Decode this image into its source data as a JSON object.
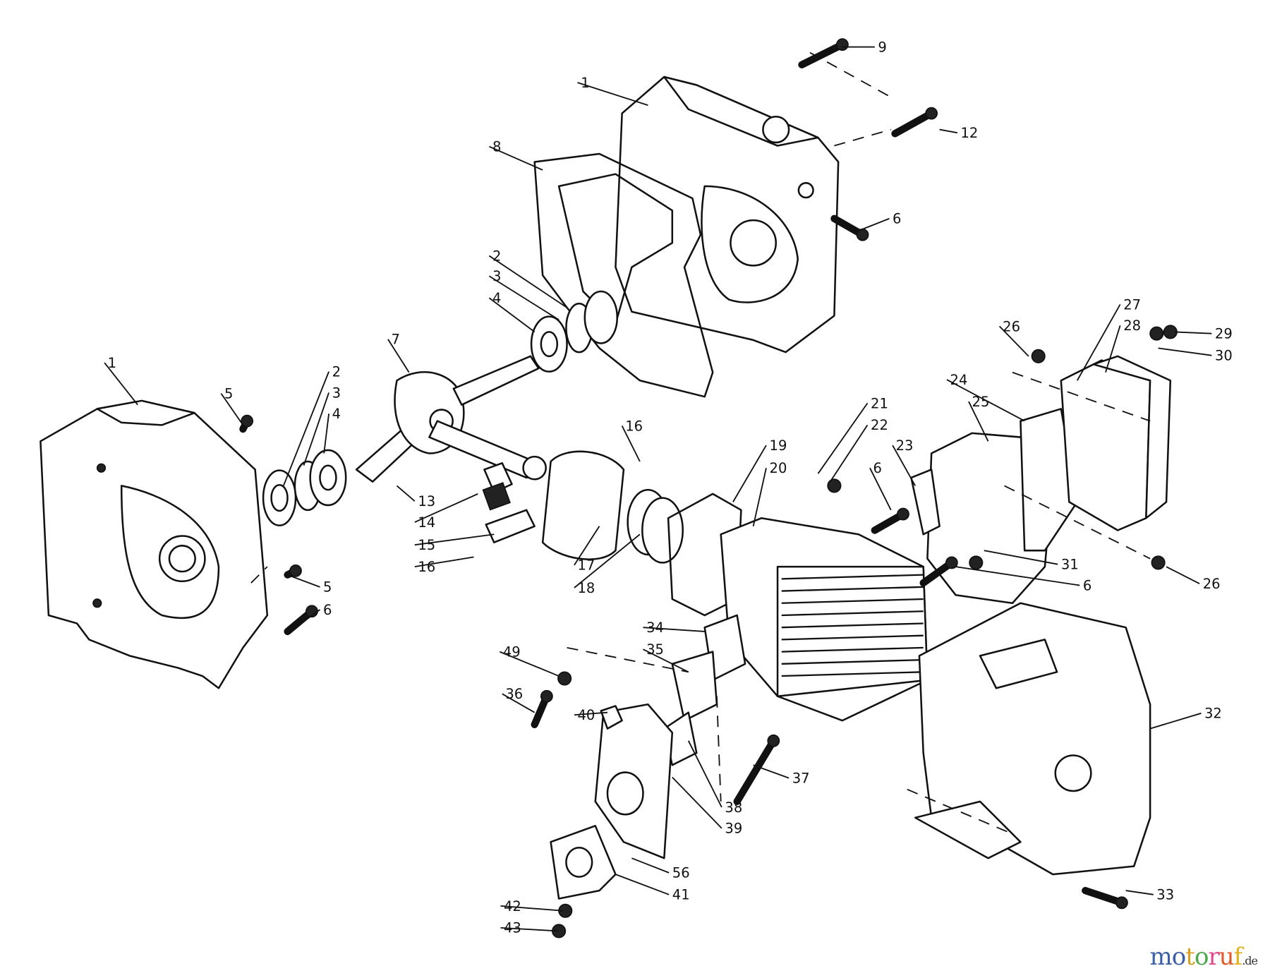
{
  "callouts": [
    "1",
    "9",
    "12",
    "8",
    "6",
    "2",
    "3",
    "4",
    "7",
    "1",
    "5",
    "2",
    "3",
    "4",
    "26",
    "27",
    "28",
    "29",
    "30",
    "24",
    "25",
    "21",
    "22",
    "23",
    "16",
    "19",
    "20",
    "13",
    "14",
    "15",
    "16",
    "17",
    "18",
    "6",
    "31",
    "6",
    "26",
    "5",
    "6",
    "34",
    "35",
    "49",
    "36",
    "40",
    "32",
    "37",
    "38",
    "39",
    "56",
    "41",
    "42",
    "43",
    "33"
  ],
  "watermark": {
    "letters": [
      "m",
      "o",
      "t",
      "o",
      "r",
      "u",
      "f"
    ],
    "suffix": ".de",
    "colors": [
      "#3a5fa8",
      "#3a5fa8",
      "#d8a020",
      "#4aa84a",
      "#e04a8a",
      "#e05a2a",
      "#e0b020"
    ]
  }
}
